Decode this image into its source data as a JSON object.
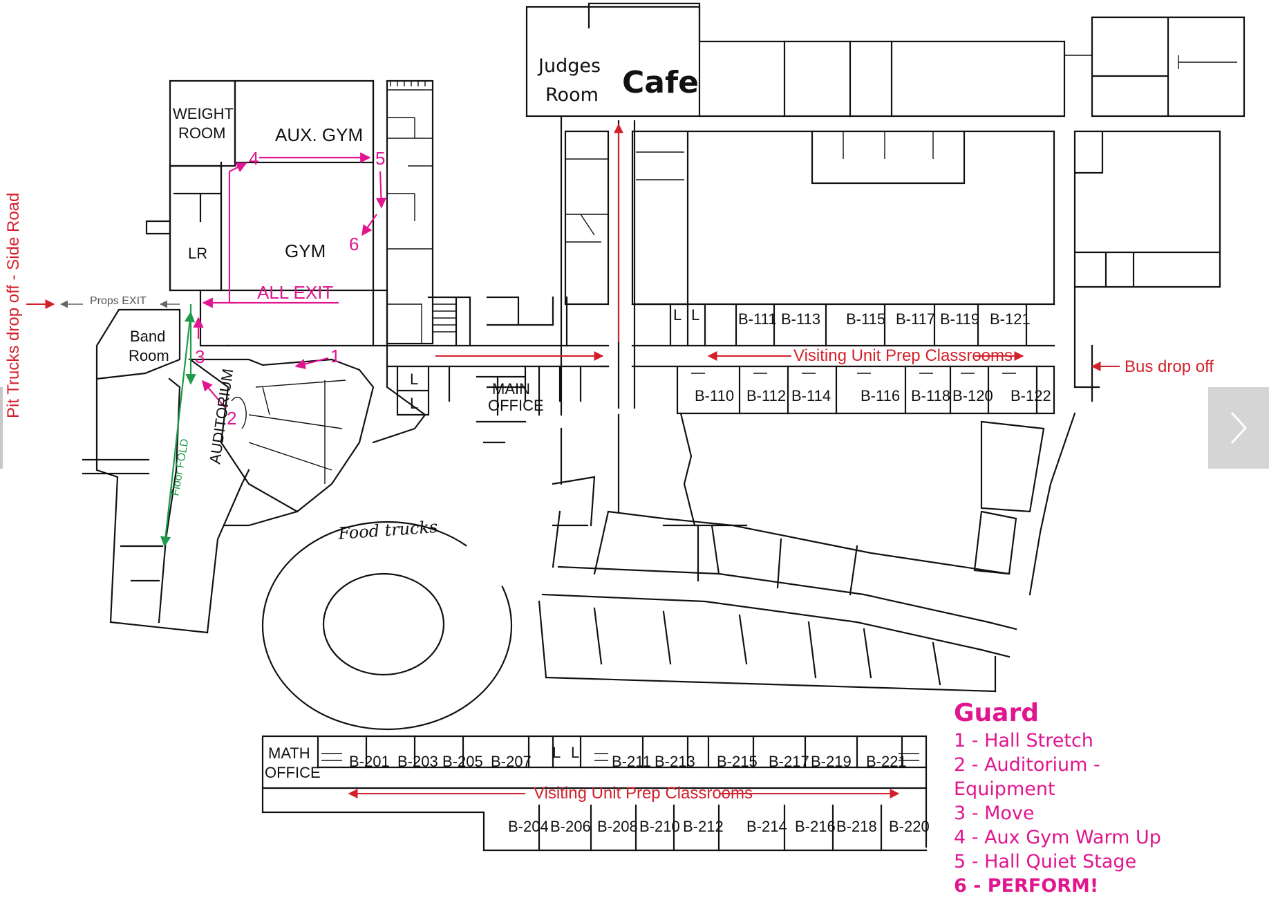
{
  "rooms": {
    "weight_room_1": "WEIGHT",
    "weight_room_2": "ROOM",
    "aux_gym": "AUX. GYM",
    "gym": "GYM",
    "lr": "LR",
    "band_room_1": "Band",
    "band_room_2": "Room",
    "auditorium": "AUDITORIUM",
    "main_office_1": "MAIN",
    "main_office_2": "OFFICE",
    "math_office_1": "MATH",
    "math_office_2": "OFFICE",
    "judges_room_1": "Judges",
    "judges_room_2": "Room",
    "cafe": "Cafe",
    "locker": "L"
  },
  "classrooms_b1_top": [
    "B-111",
    "B-113",
    "B-115",
    "B-117",
    "B-119",
    "B-121"
  ],
  "classrooms_b1_bottom": [
    "B-110",
    "B-112",
    "B-114",
    "B-116",
    "B-118",
    "B-120",
    "B-122"
  ],
  "classrooms_b2_top": [
    "B-201",
    "B-203",
    "B-205",
    "B-207",
    "B-211",
    "B-213",
    "B-215",
    "B-217",
    "B-219",
    "B-221"
  ],
  "classrooms_b2_bottom": [
    "B-204",
    "B-206",
    "B-208",
    "B-210",
    "B-212",
    "B-214",
    "B-216",
    "B-218",
    "B-220"
  ],
  "annotations": {
    "props_exit": "Props EXIT",
    "all_exit": "ALL EXIT",
    "pit_trucks": "Pit Trucks drop off - Side Road",
    "bus_drop": "Bus drop off",
    "visiting_1": "Visiting Unit Prep Classrooms",
    "visiting_2": "Visiting Unit Prep Classrooms",
    "floor_fold": "Floor FOLD",
    "food_trucks": "Food trucks"
  },
  "route_steps": {
    "s1": "1",
    "s2": "2",
    "s3": "3",
    "s4": "4",
    "s5": "5",
    "s6": "6"
  },
  "legend": {
    "title": "Guard",
    "items": [
      "1 - Hall Stretch",
      "2 - Auditorium - Equipment",
      "3 - Move",
      "4 - Aux Gym Warm Up",
      "5 - Hall Quiet Stage",
      "6 - PERFORM!"
    ]
  },
  "colors": {
    "route": "#e0168f",
    "corridor_arrows": "#d4202a",
    "floor_fold": "#1e9a4a",
    "walls": "#111111"
  },
  "icons": {
    "next": "chevron-right-icon"
  }
}
